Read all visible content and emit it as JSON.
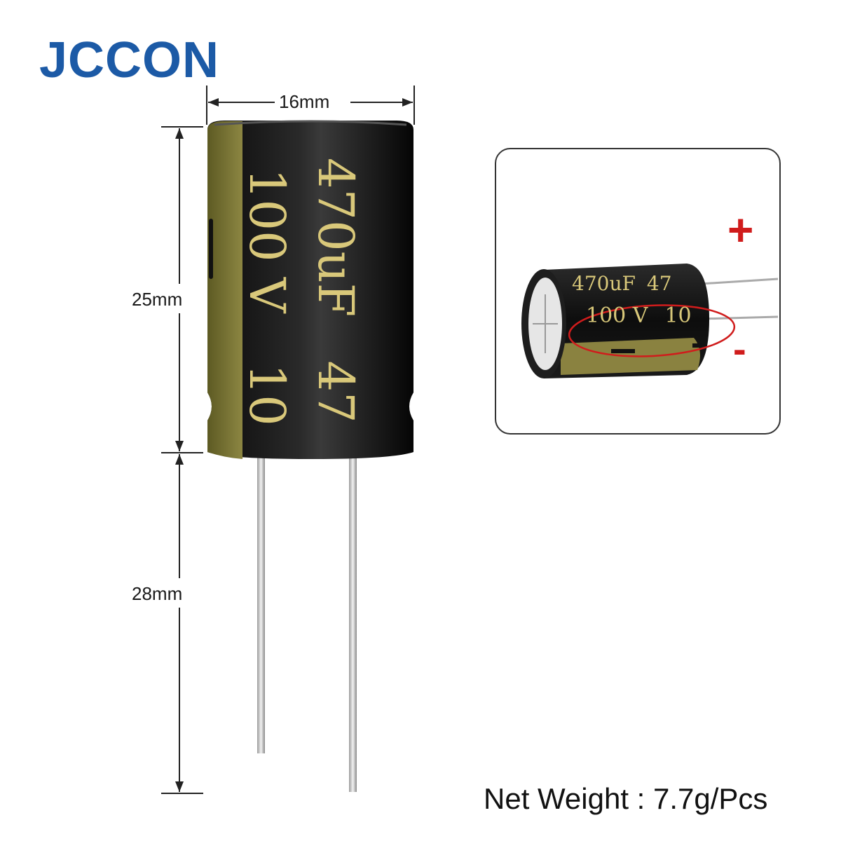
{
  "brand": {
    "name": "JCCON",
    "color": "#1c5aa6"
  },
  "dimensions": {
    "diameter": "16mm",
    "body_height": "25mm",
    "lead_length": "28mm"
  },
  "capacitor": {
    "capacitance": "470uF",
    "voltage": "100 V",
    "partial_capacitance": "47",
    "partial_voltage": "10",
    "inset_partial_capacitance": "47",
    "inset_partial_voltage": "10"
  },
  "polarity": {
    "positive": "+",
    "negative": "-",
    "color": "#d01c1c"
  },
  "net_weight": "Net Weight : 7.7g/Pcs"
}
